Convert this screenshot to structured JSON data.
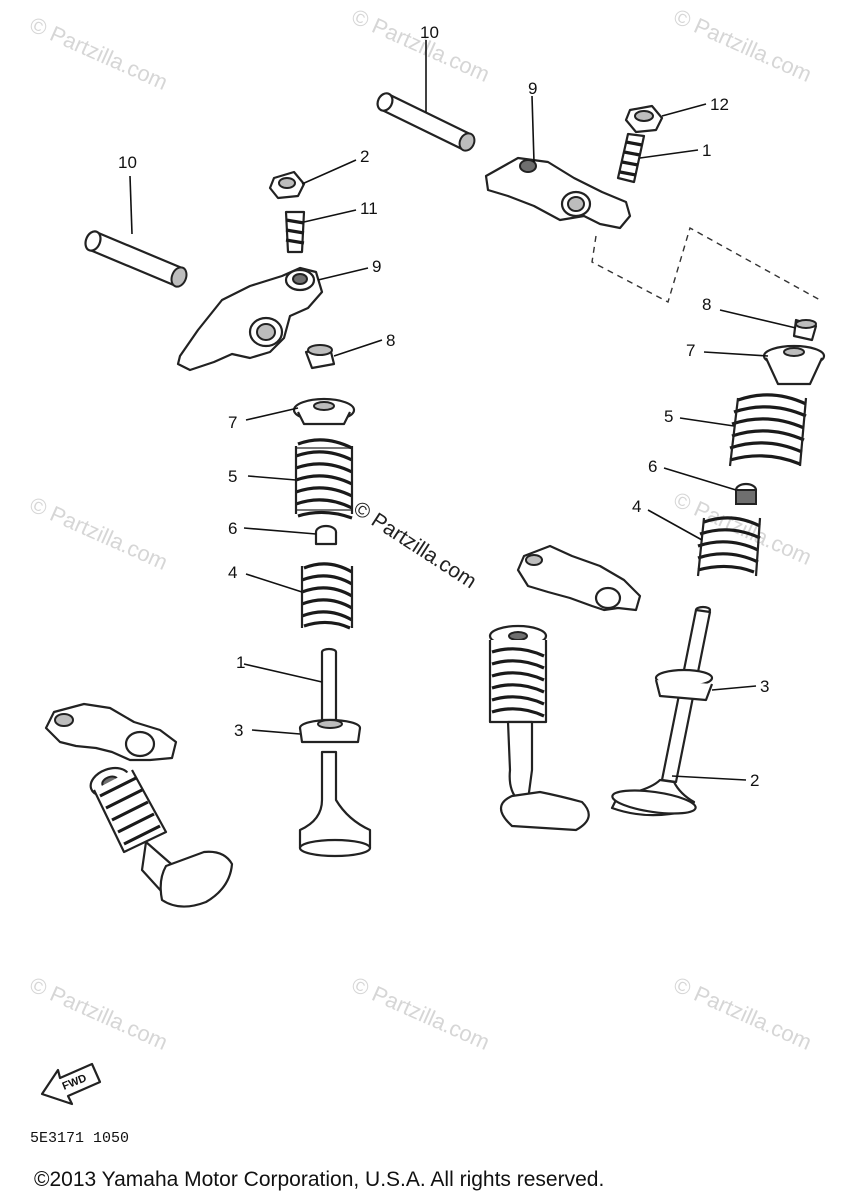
{
  "diagram": {
    "callouts": {
      "c10a": "10",
      "c9a": "9",
      "c12": "12",
      "c1a": "1",
      "c10b": "10",
      "c2a": "2",
      "c11": "11",
      "c9b": "9",
      "c8a": "8",
      "c8b": "8",
      "c7a": "7",
      "c7b": "7",
      "c5a": "5",
      "c5b": "5",
      "c6a": "6",
      "c6b": "6",
      "c4a": "4",
      "c4b": "4",
      "c1b": "1",
      "c3a": "3",
      "c3b": "3",
      "c2b": "2"
    },
    "watermark_center": "© Partzilla.com",
    "watermark_tile": "© Partzilla.com",
    "fwd_label": "FWD",
    "drawing_code": "5E3171 1050"
  },
  "footer": {
    "copyright": "©2013 Yamaha Motor Corporation, U.S.A. All rights reserved."
  },
  "icons": {
    "fwd_arrow": "fwd-arrow-icon"
  }
}
